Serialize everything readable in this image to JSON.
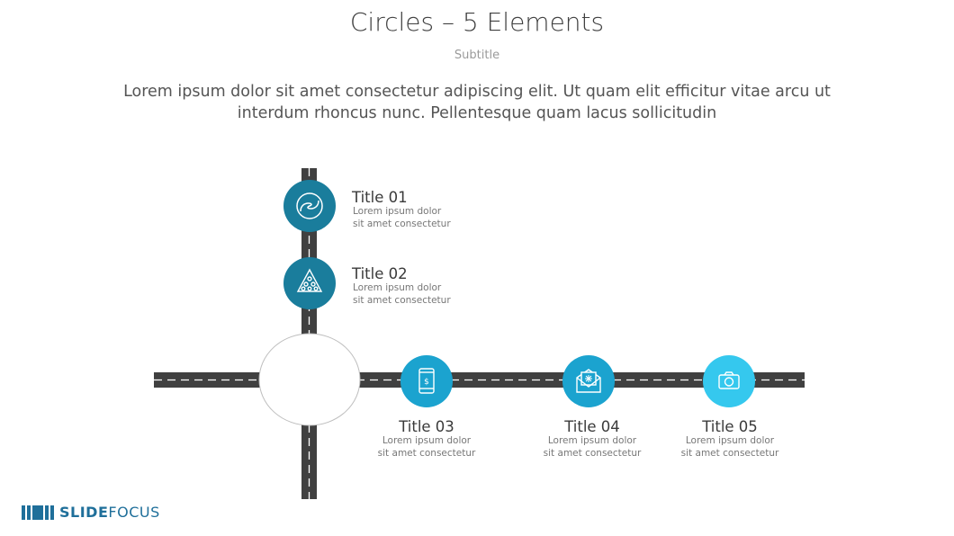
{
  "slide": {
    "title": "Circles – 5 Elements",
    "subtitle": "Subtitle",
    "description": "Lorem ipsum dolor sit amet consectetur adipiscing elit. Ut quam elit efficitur vitae arcu ut interdum rhoncus nunc. Pellentesque quam lacus sollicitudin"
  },
  "items": [
    {
      "title": "Title 01",
      "line1": "Lorem ipsum dolor",
      "line2": "sit amet consectetur",
      "icon": "swirl-icon",
      "color": "#1a7d9c"
    },
    {
      "title": "Title 02",
      "line1": "Lorem ipsum dolor",
      "line2": "sit amet consectetur",
      "icon": "triangle-balls-icon",
      "color": "#1a7d9c"
    },
    {
      "title": "Title 03",
      "line1": "Lorem ipsum dolor",
      "line2": "sit amet consectetur",
      "icon": "mobile-dollar-icon",
      "color": "#1ba3cf"
    },
    {
      "title": "Title 04",
      "line1": "Lorem ipsum dolor",
      "line2": "sit amet consectetur",
      "icon": "envelope-letter-icon",
      "color": "#1ba3cf"
    },
    {
      "title": "Title 05",
      "line1": "Lorem ipsum dolor",
      "line2": "sit amet consectetur",
      "icon": "camera-icon",
      "color": "#35c8ee"
    }
  ],
  "logo": {
    "bold": "SLIDE",
    "regular": "FOCUS",
    "color": "#1f6f9a"
  },
  "colors": {
    "road": "#404040",
    "road_line": "#ffffff",
    "hub_border": "#bdbdbd"
  }
}
